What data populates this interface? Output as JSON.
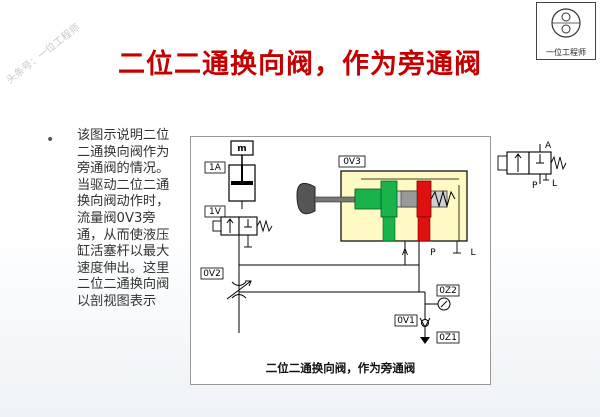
{
  "watermark": "头条号：一位工程师",
  "logo": {
    "text": "一位工程师",
    "icon": "brand-seal-icon"
  },
  "title": "二位二通换向阀，作为旁通阀",
  "description": "该图示说明二位二通换向阀作为旁通阀的情况。当驱动二位二通换向阀动作时，流量阀0V3旁通，从而使液压缸活塞杆以最大速度伸出。这里二位二通换向阀以剖视图表示",
  "diagram": {
    "caption": "二位二通换向阀，作为旁通阀",
    "labels": {
      "m": "m",
      "cyl": "1A",
      "valve1": "1V",
      "bypass": "0V3",
      "throttle": "0V2",
      "gauge": "0Z2",
      "check": "0V1",
      "source": "0Z1",
      "port_a": "A",
      "port_p": "P",
      "port_l": "L"
    },
    "colors": {
      "valve_body": "#fff9c4",
      "spool_green": "#18b34a",
      "spool_red": "#e01010",
      "title_red": "#c40000"
    }
  },
  "symbol": {
    "port_a": "A",
    "port_p": "P",
    "port_l": "L"
  }
}
